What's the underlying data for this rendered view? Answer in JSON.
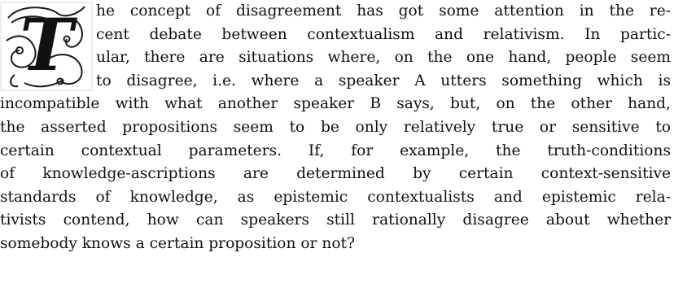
{
  "document": {
    "drop_cap": "T",
    "lines": [
      "he concept of disagreement has got some attention in the re-",
      "cent debate between contextualism and relativism. In partic-",
      "ular, there are situations where, on the one hand, people seem",
      "to disagree, i.e. where a speaker A utters something which is",
      "incompatible with what another speaker B says, but, on the other hand,",
      "the asserted propositions seem to be only relatively true or sensitive to",
      "certain contextual parameters. If, for example, the truth-conditions",
      "of knowledge-ascriptions are determined by certain context-sensitive",
      "standards of knowledge, as epistemic contextualists and epistemic rela-",
      "tivists contend, how can speakers still rationally disagree about whether",
      "somebody knows a certain proposition or not?"
    ]
  }
}
